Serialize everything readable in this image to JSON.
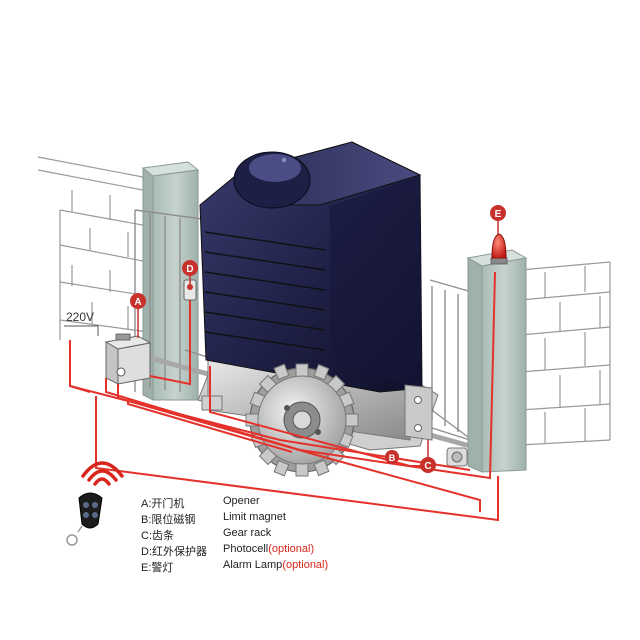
{
  "diagram": {
    "voltage_label": "220V",
    "markers": {
      "a": "A",
      "b": "B",
      "c": "C",
      "d": "D",
      "e": "E"
    },
    "legend": [
      {
        "cn": "A:开门机",
        "en": "Opener",
        "optional": ""
      },
      {
        "cn": "B:限位磁钢",
        "en": "Limit magnet",
        "optional": ""
      },
      {
        "cn": "C:齿条",
        "en": "Gear rack",
        "optional": ""
      },
      {
        "cn": "D:红外保护器",
        "en": "Photocell",
        "optional": "(optional)"
      },
      {
        "cn": "E:警灯",
        "en": "Alarm Lamp",
        "optional": "(optional)"
      }
    ],
    "colors": {
      "wire": "#e4322b",
      "marker": "#c8302c",
      "motor_housing": "#23244a",
      "post": "#b9c7c1",
      "brick_line": "#9a9a9a",
      "optional_text": "#d9261c"
    },
    "icons": [
      "remote-control-icon",
      "wireless-signal-icon",
      "gear-icon",
      "alarm-lamp-icon"
    ]
  }
}
